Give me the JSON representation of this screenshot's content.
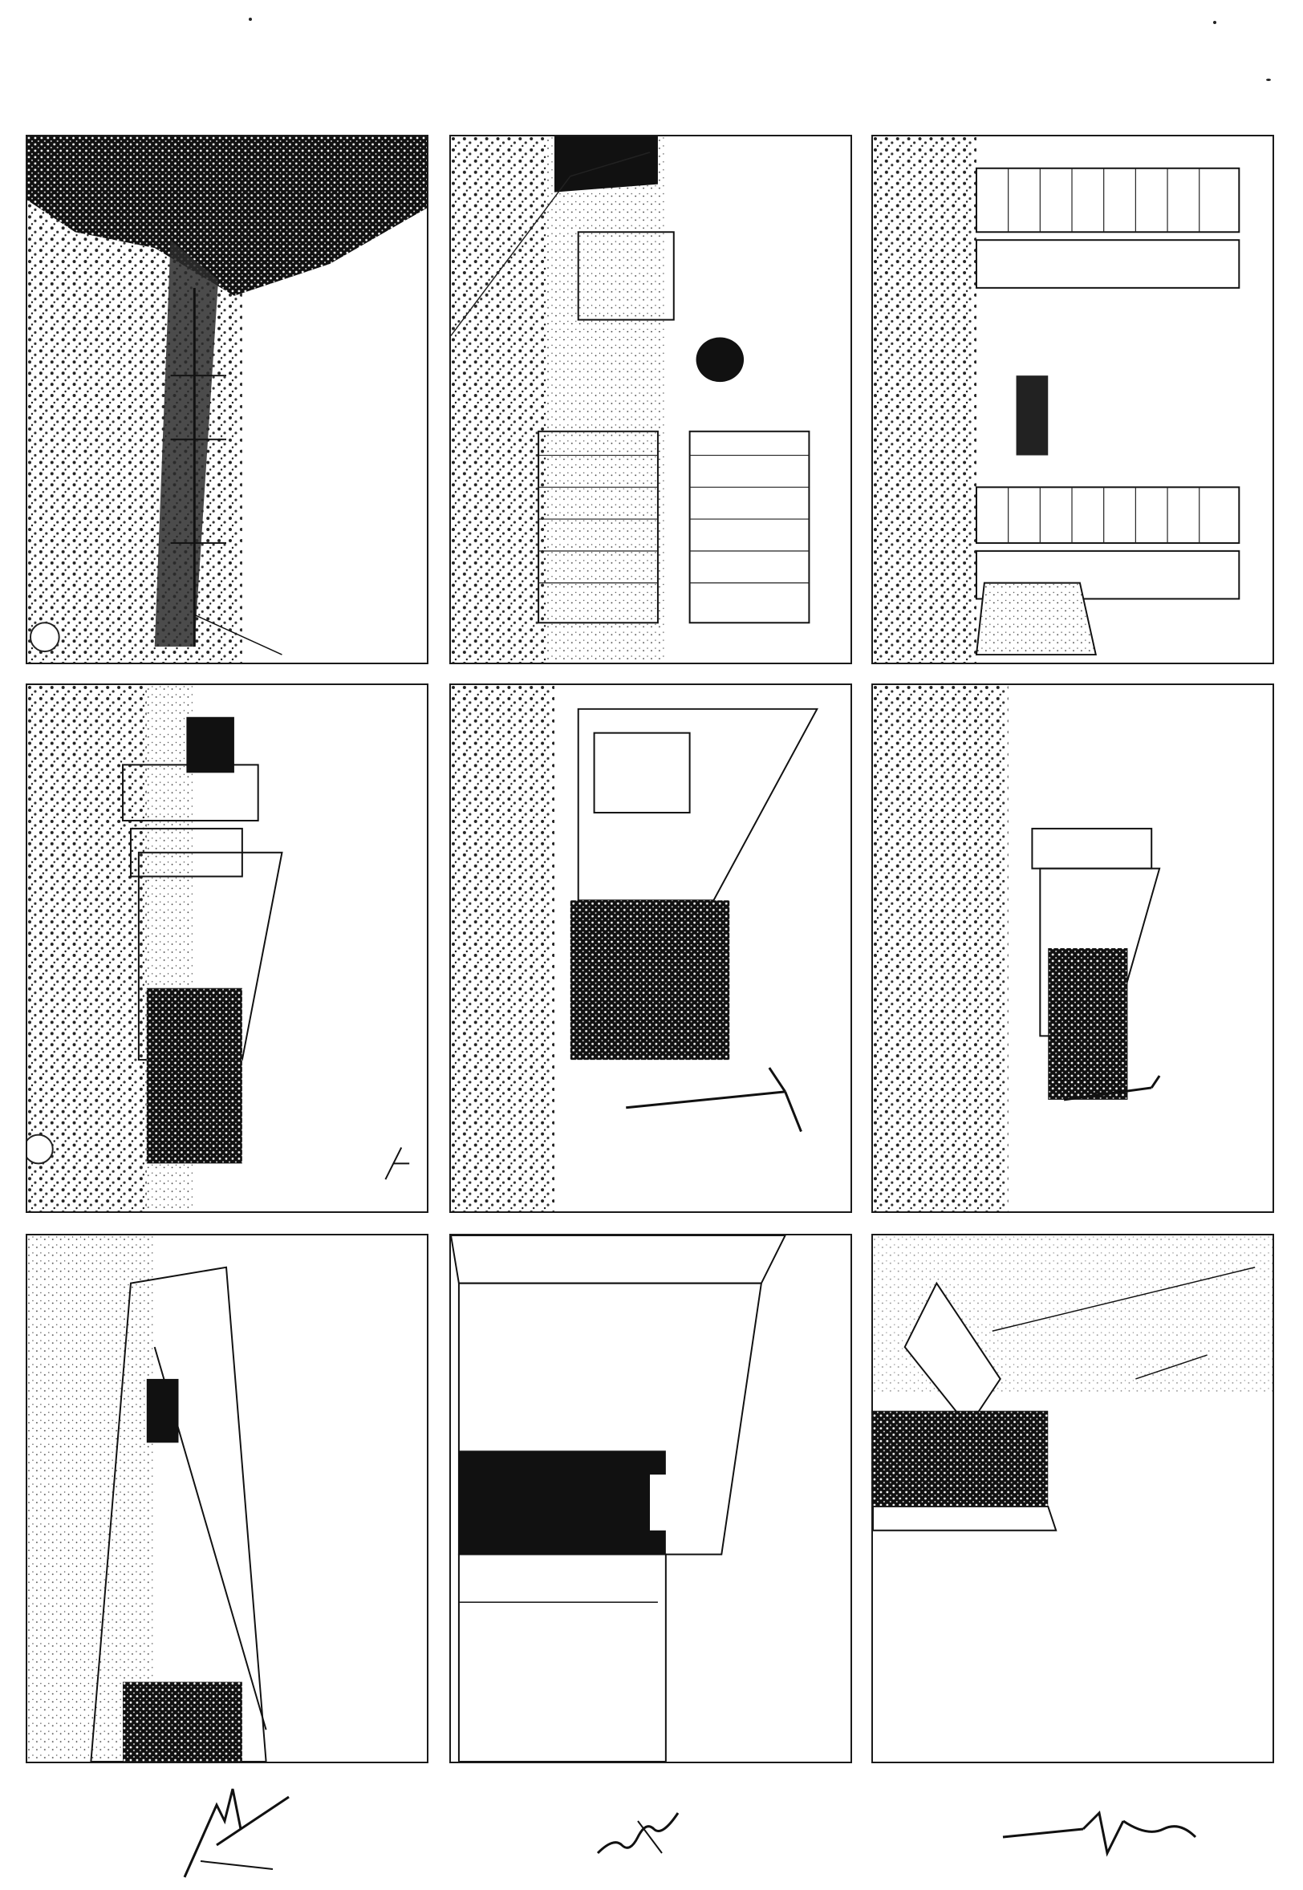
{
  "document": {
    "description_free": true,
    "photos": [
      {
        "id": "row1-col1"
      },
      {
        "id": "row1-col2"
      },
      {
        "id": "row1-col3"
      },
      {
        "id": "row2-col1"
      },
      {
        "id": "row2-col2"
      },
      {
        "id": "row2-col3"
      },
      {
        "id": "row3-col1"
      },
      {
        "id": "row3-col2"
      },
      {
        "id": "row3-col3"
      }
    ],
    "signatures": [
      {
        "id": "signature-left"
      },
      {
        "id": "signature-center"
      },
      {
        "id": "signature-right"
      }
    ]
  }
}
